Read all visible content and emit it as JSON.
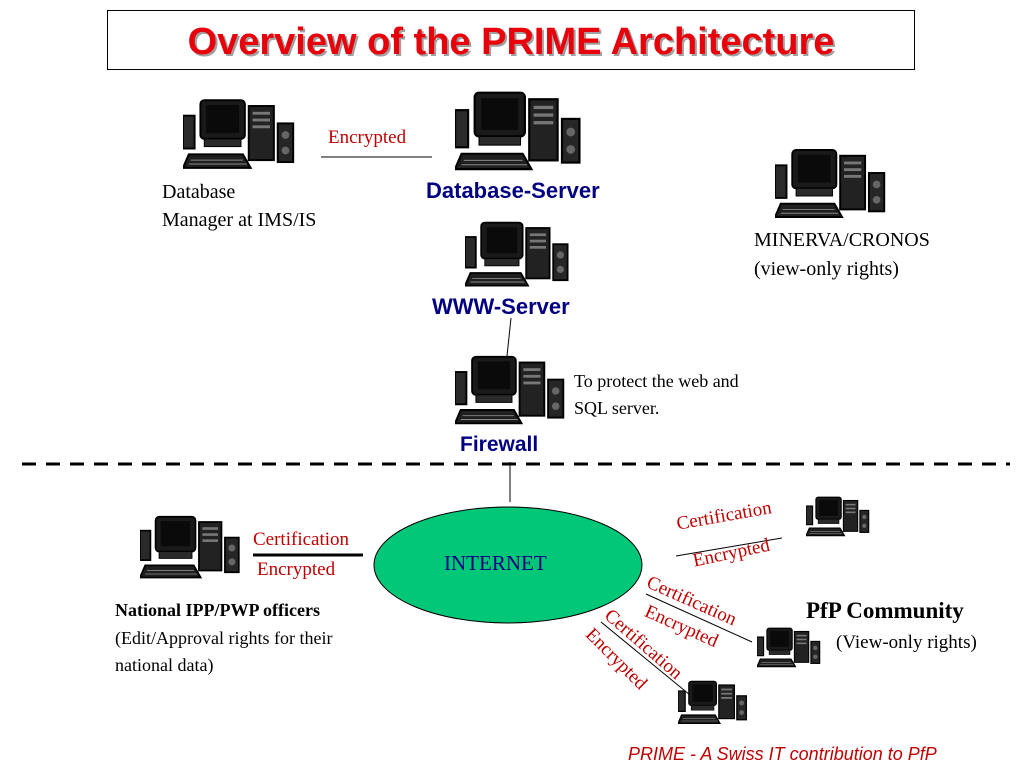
{
  "title": "Overview of the PRIME Architecture",
  "nodes": {
    "db_manager": {
      "line1": "Database",
      "line2": "Manager at IMS/IS",
      "icon": "computer-workstation"
    },
    "db_server": {
      "label": "Database-Server",
      "icon": "computer-workstation"
    },
    "www_server": {
      "label": "WWW-Server",
      "icon": "computer-workstation"
    },
    "firewall": {
      "label": "Firewall",
      "note_line1": "To protect the web and",
      "note_line2": "SQL server.",
      "icon": "computer-workstation"
    },
    "minerva": {
      "line1": "MINERVA/CRONOS",
      "line2": "(view-only rights)",
      "icon": "computer-workstation"
    },
    "internet": {
      "label": "INTERNET",
      "fill": "#00c878"
    },
    "national": {
      "line1": "National  IPP/PWP  officers",
      "line2": "(Edit/Approval rights for their",
      "line3": "national data)",
      "icon": "computer-workstation"
    },
    "pfp": {
      "label": "PfP Community",
      "sub": "(View-only rights)",
      "icon": "computer-workstation"
    }
  },
  "links": {
    "dbm_dbs": {
      "top": "Encrypted"
    },
    "national_internet": {
      "top": "Certification",
      "bottom": "Encrypted"
    },
    "pfp_top": {
      "top": "Certification",
      "bottom": "Encrypted"
    },
    "pfp_mid": {
      "top": "Certification",
      "bottom": "Encrypted"
    },
    "pfp_bottom": {
      "top": "Certification",
      "bottom": "Encrypted"
    }
  },
  "footer": "PRIME - A Swiss IT contribution to PfP",
  "colors": {
    "title": "#e8000b",
    "link_label": "#c00000",
    "server_label": "#000080",
    "footer": "#c00000"
  }
}
